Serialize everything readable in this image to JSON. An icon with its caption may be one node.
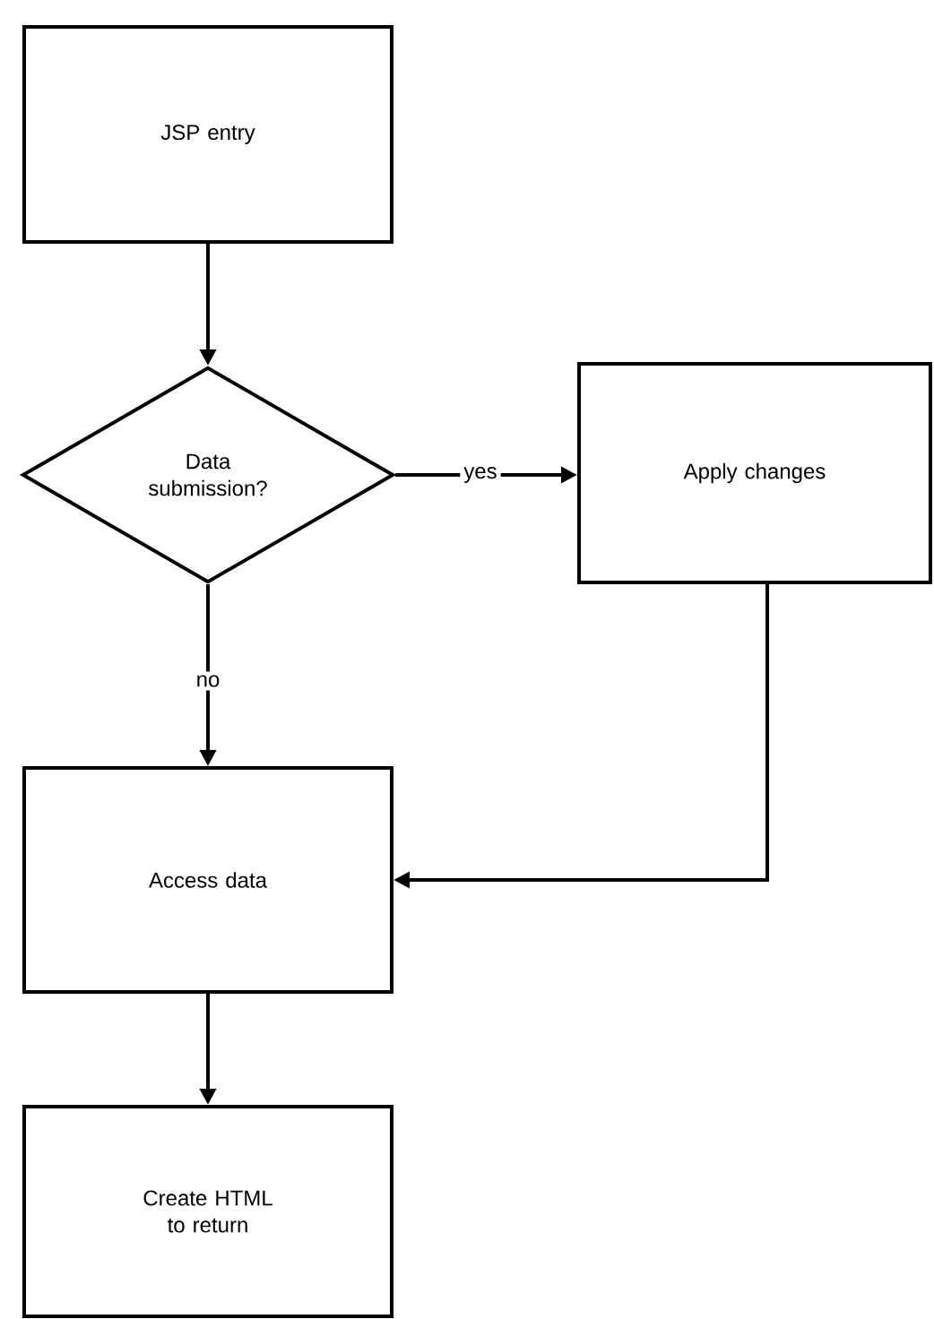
{
  "diagram": {
    "nodes": [
      {
        "text": [
          "JSP entry"
        ]
      },
      {
        "text": [
          "Data submission?"
        ]
      },
      {
        "text": [
          "Apply changes"
        ]
      },
      {
        "text": [
          "Access data"
        ]
      },
      {
        "text": [
          "Create HTML to return"
        ]
      }
    ],
    "edges": [
      {
        "from": 0,
        "to": 1,
        "arrow": "to"
      },
      {
        "from": 1,
        "to": 2,
        "arrow": "to",
        "label": "yes"
      },
      {
        "from": 1,
        "to": 3,
        "arrow": "to",
        "label": "no"
      },
      {
        "from": 2,
        "to": 3,
        "arrow": "to"
      },
      {
        "from": 3,
        "to": 4,
        "arrow": "to"
      }
    ]
  }
}
